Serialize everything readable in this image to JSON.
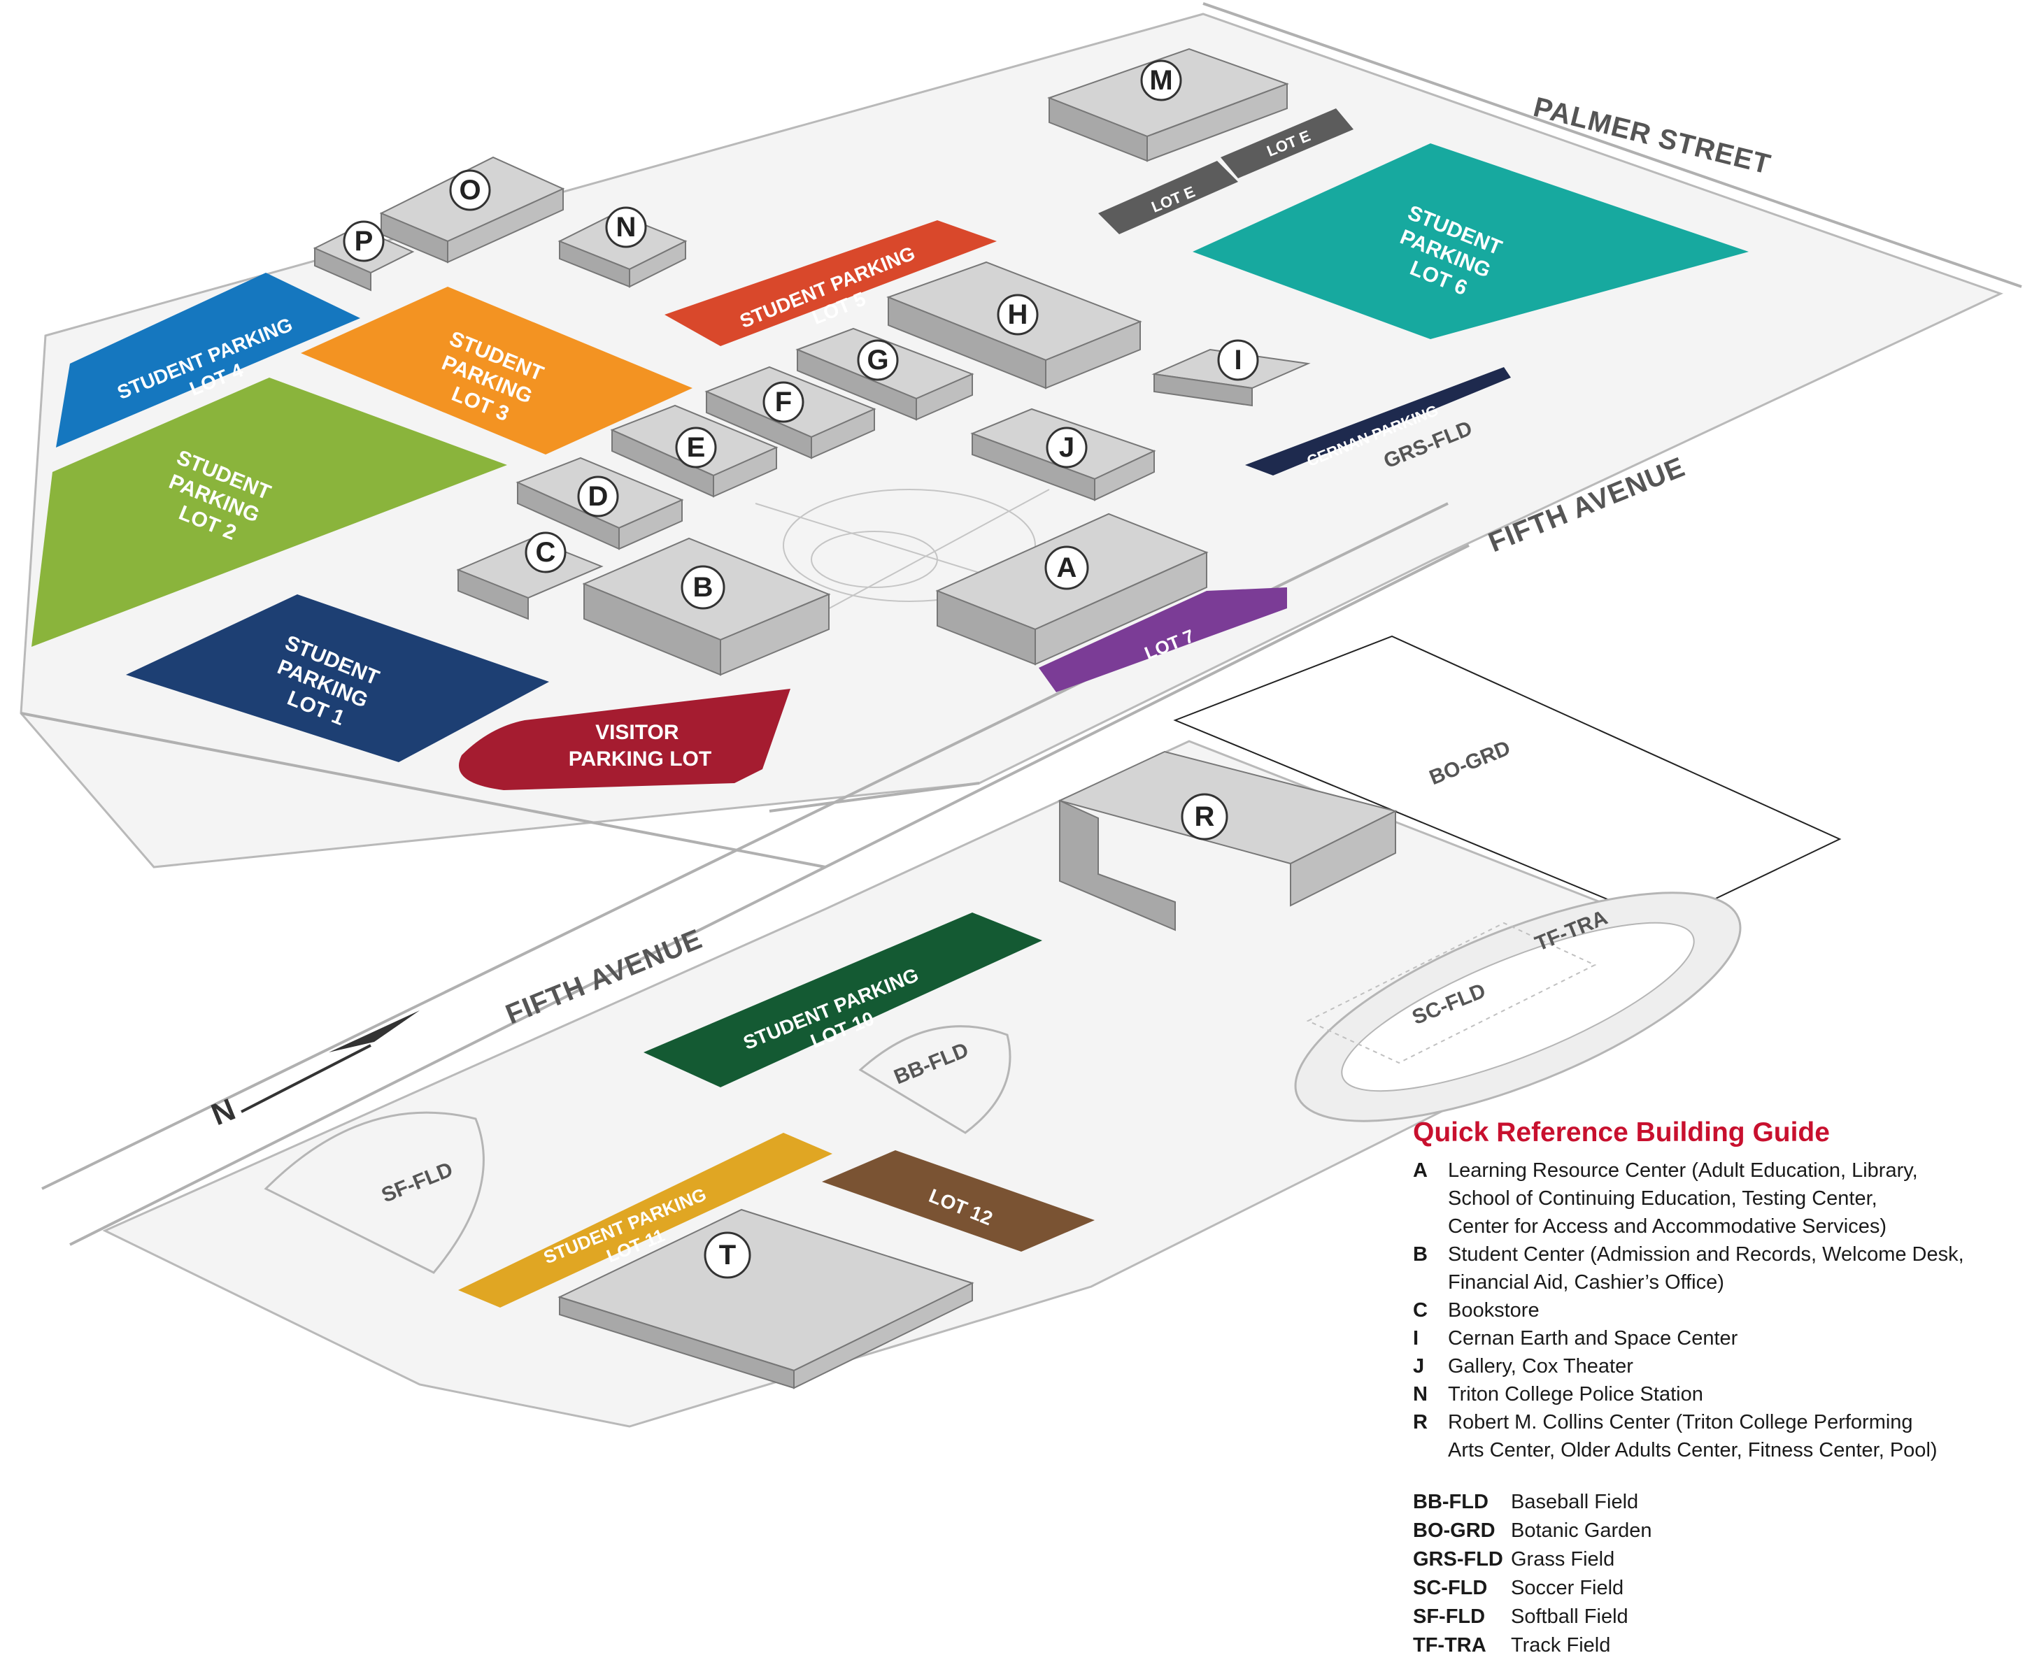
{
  "roads": {
    "palmer_street": "PALMER STREET",
    "fifth_avenue_north": "FIFTH AVENUE",
    "fifth_avenue_south": "FIFTH AVENUE"
  },
  "compass": {
    "north": "N"
  },
  "buildings": {
    "A": "A",
    "B": "B",
    "C": "C",
    "D": "D",
    "E": "E",
    "F": "F",
    "G": "G",
    "H": "H",
    "I": "I",
    "J": "J",
    "M": "M",
    "N": "N",
    "O": "O",
    "P": "P",
    "R": "R",
    "T": "T"
  },
  "lots": {
    "lot1": [
      "STUDENT",
      "PARKING",
      "LOT 1"
    ],
    "lot2": [
      "STUDENT",
      "PARKING",
      "LOT 2"
    ],
    "lot3": [
      "STUDENT",
      "PARKING",
      "LOT 3"
    ],
    "lot4": [
      "STUDENT PARKING",
      "LOT 4"
    ],
    "lot5": [
      "STUDENT PARKING",
      "LOT 5"
    ],
    "lot6": [
      "STUDENT",
      "PARKING",
      "LOT 6"
    ],
    "lot7": "LOT 7",
    "lot10": [
      "STUDENT PARKING",
      "LOT 10"
    ],
    "lot11": [
      "STUDENT PARKING",
      "LOT 11"
    ],
    "lot12": "LOT 12",
    "lot_e_1": "LOT E",
    "lot_e_2": "LOT E",
    "visitor": [
      "VISITOR",
      "PARKING LOT"
    ],
    "cernan": "CERNAN PARKING"
  },
  "fields": {
    "grs": "GRS-FLD",
    "bo": "BO-GRD",
    "sc": "SC-FLD",
    "tf": "TF-TRA",
    "bb": "BB-FLD",
    "sf": "SF-FLD"
  },
  "colors": {
    "lot1": "#1d3f73",
    "lot2": "#8ab43c",
    "lot3": "#f39322",
    "lot4": "#1577bf",
    "lot5": "#d9482b",
    "lot6": "#17a99f",
    "lot7": "#7b3c96",
    "lot10": "#145a33",
    "lot11": "#e0a623",
    "lot12": "#7a5333",
    "visitor": "#a51c30",
    "cernan": "#1e2a4e",
    "lot_e": "#5c5c5c",
    "guide_title": "#c8102e"
  },
  "guide": {
    "title": "Quick Reference Building Guide",
    "entries": [
      {
        "code": "A",
        "lines": [
          "Learning Resource Center (Adult Education, Library,",
          "School of Continuing Education, Testing Center,",
          "Center for Access and Accommodative Services)"
        ]
      },
      {
        "code": "B",
        "lines": [
          "Student Center (Admission and Records, Welcome Desk,",
          "Financial Aid, Cashier’s Office)"
        ]
      },
      {
        "code": "C",
        "lines": [
          "Bookstore"
        ]
      },
      {
        "code": "I",
        "lines": [
          "Cernan Earth and Space Center"
        ]
      },
      {
        "code": "J",
        "lines": [
          "Gallery, Cox Theater"
        ]
      },
      {
        "code": "N",
        "lines": [
          "Triton College Police Station"
        ]
      },
      {
        "code": "R",
        "lines": [
          "Robert M. Collins Center (Triton College Performing",
          "Arts Center, Older Adults Center, Fitness Center, Pool)"
        ]
      }
    ],
    "facilities": [
      {
        "code": "BB-FLD",
        "label": "Baseball Field"
      },
      {
        "code": "BO-GRD",
        "label": "Botanic Garden"
      },
      {
        "code": "GRS-FLD",
        "label": "Grass Field"
      },
      {
        "code": "SC-FLD",
        "label": "Soccer Field"
      },
      {
        "code": "SF-FLD",
        "label": "Softball Field"
      },
      {
        "code": "TF-TRA",
        "label": "Track Field"
      }
    ]
  }
}
